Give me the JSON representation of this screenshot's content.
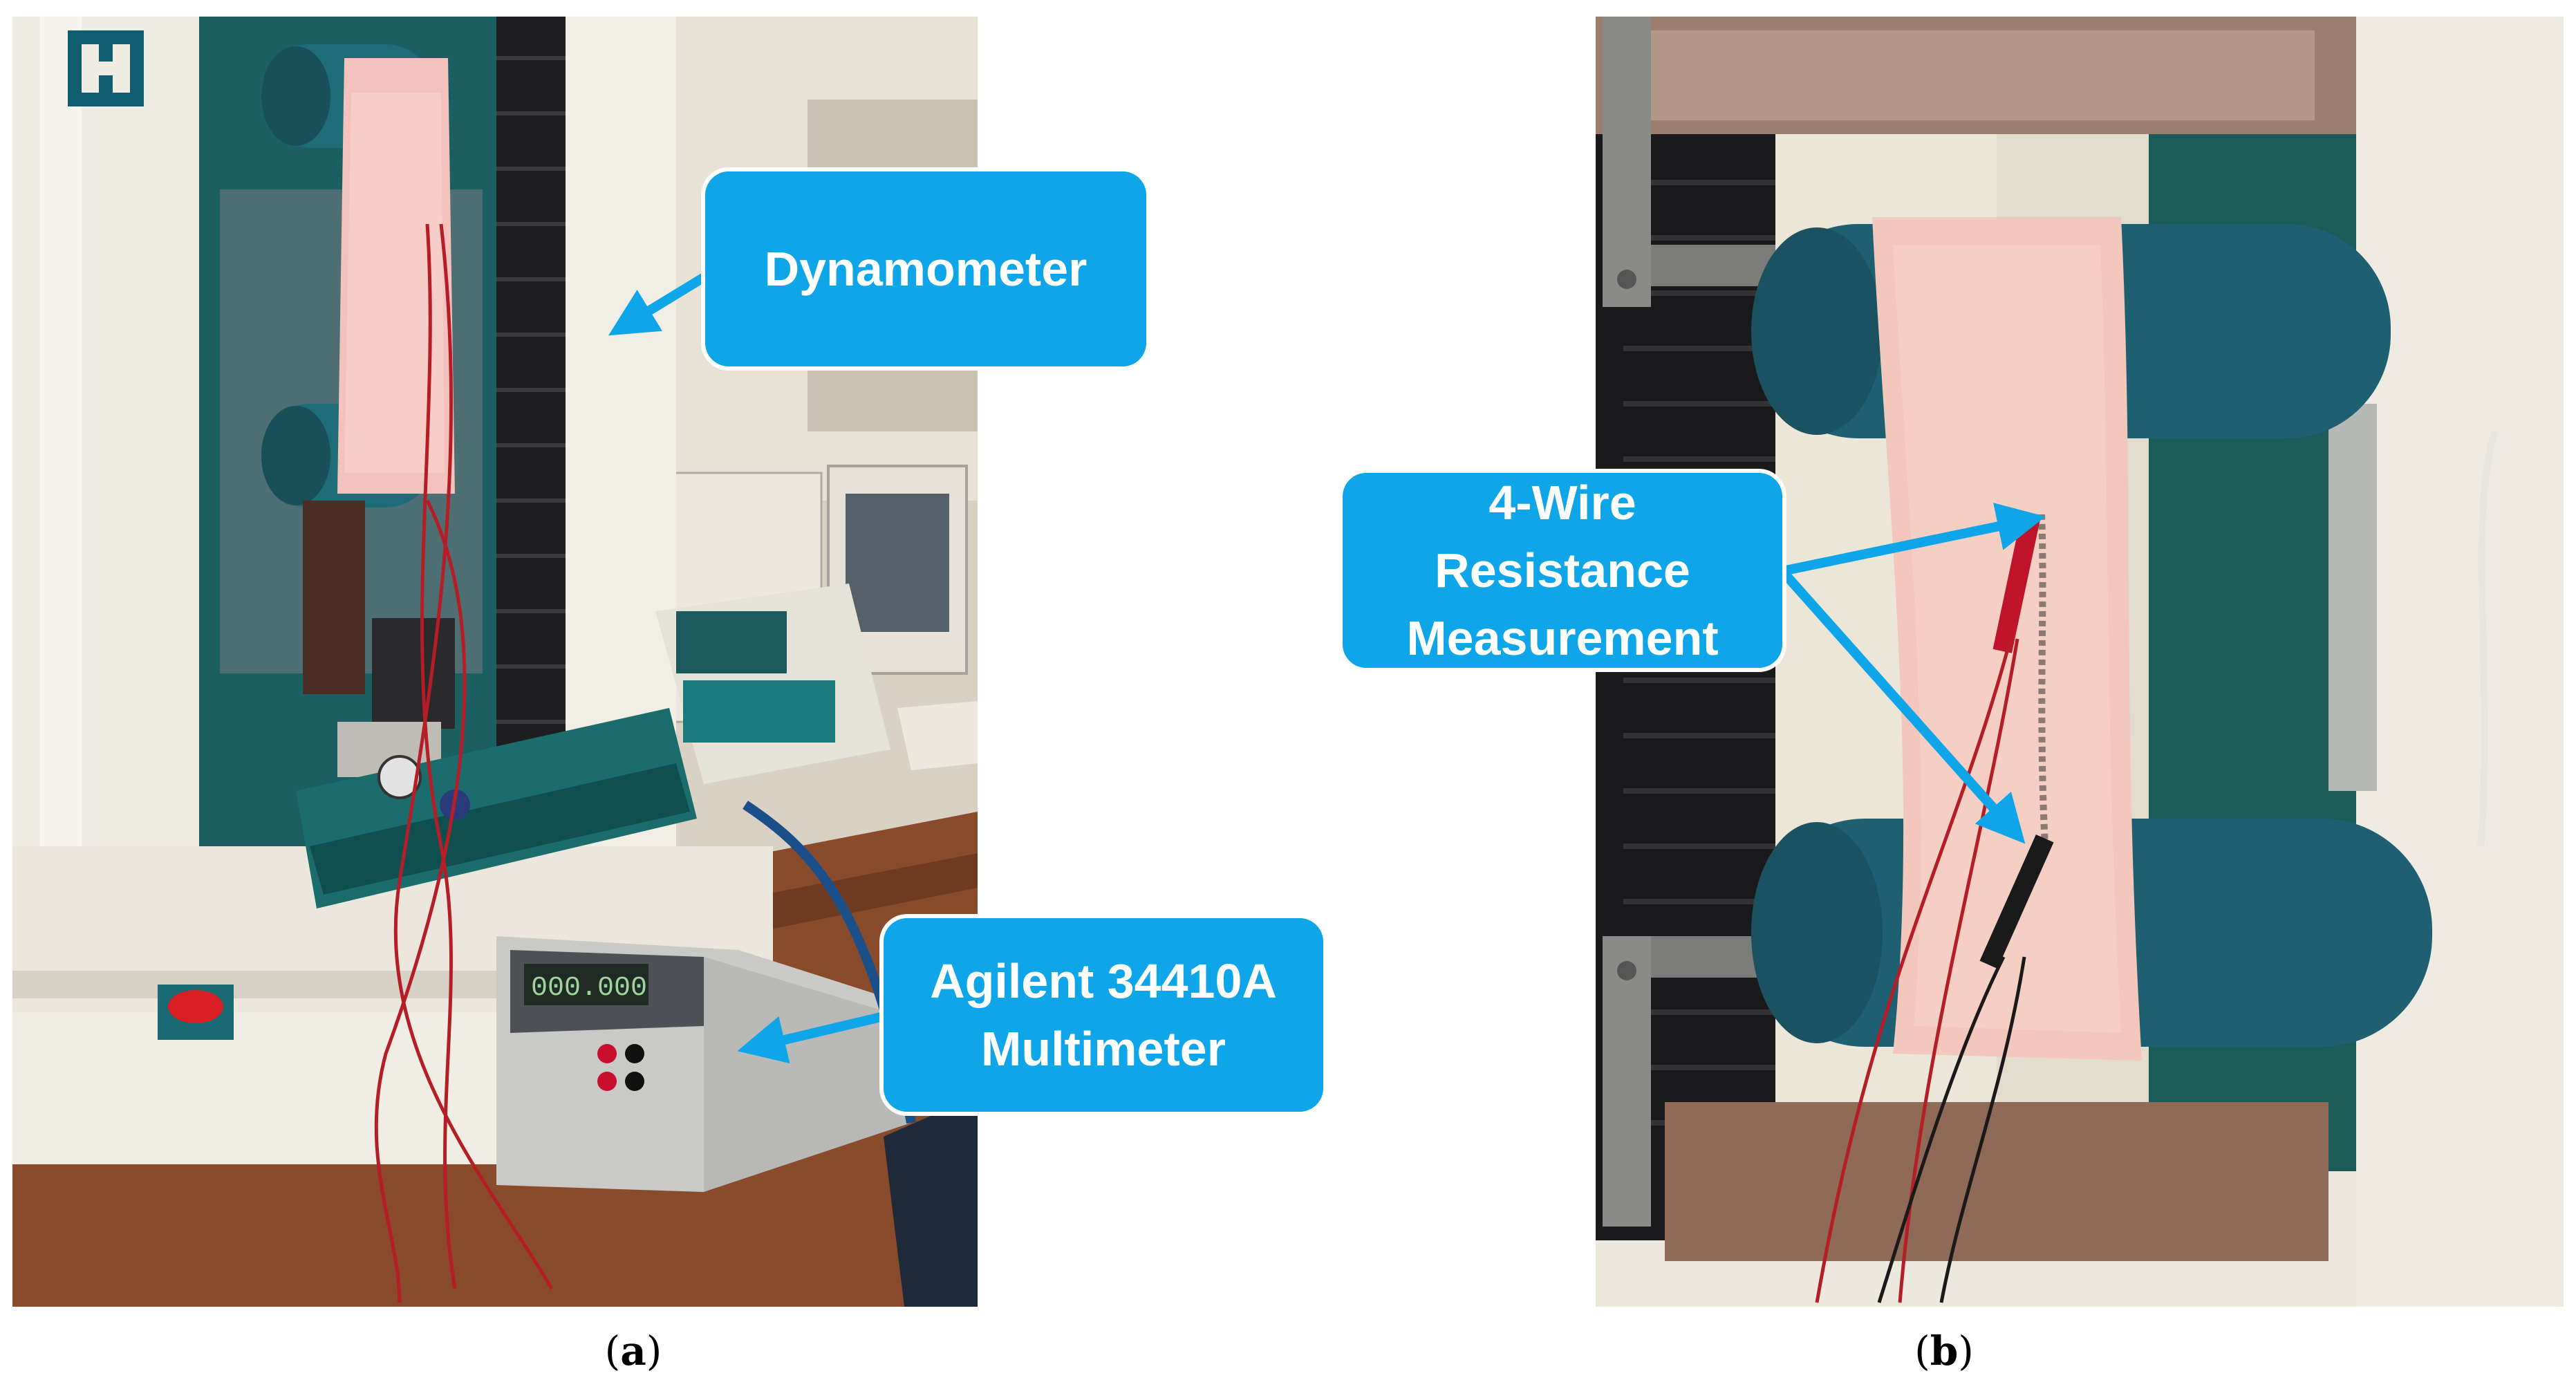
{
  "panel_a": {
    "callouts": {
      "dynamometer": "Dynamometer",
      "multimeter_line1": "Agilent 34410A",
      "multimeter_line2": "Multimeter"
    },
    "caption_letter": "a"
  },
  "panel_b": {
    "callouts": {
      "line1": "4-Wire",
      "line2": "Resistance",
      "line3": "Measurement"
    },
    "caption_letter": "b"
  },
  "colors": {
    "callout_fill": "#0ea5e9",
    "callout_text": "#ffffff",
    "arrow": "#0ea5e9"
  }
}
